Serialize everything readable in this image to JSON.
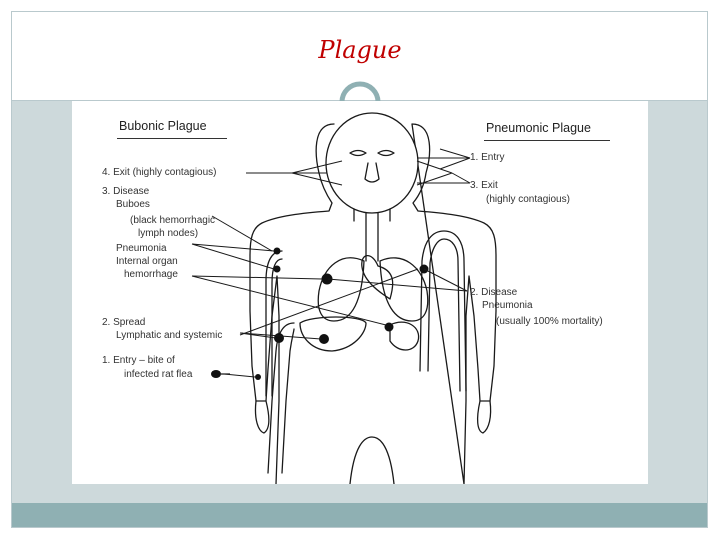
{
  "slide": {
    "title": "Plague"
  },
  "diagram": {
    "left_heading": "Bubonic Plague",
    "right_heading": "Pneumonic Plague",
    "left_labels": {
      "exit": "4. Exit (highly contagious)",
      "disease": "3. Disease",
      "buboes": "Buboes",
      "buboes_detail_1": "(black hemorrhagic",
      "buboes_detail_2": "lymph nodes)",
      "pneumonia": "Pneumonia",
      "internal_organ": "Internal organ",
      "hemorrhage": "hemorrhage",
      "spread": "2. Spread",
      "spread_detail": "Lymphatic and systemic",
      "entry": "1. Entry – bite of",
      "entry_detail": "infected rat flea"
    },
    "right_labels": {
      "entry": "1. Entry",
      "exit": "3. Exit",
      "exit_detail": "(highly contagious)",
      "disease": "2. Disease",
      "pneumonia": "Pneumonia",
      "mortality": "(usually 100% mortality)"
    }
  },
  "colors": {
    "title": "#c00000",
    "band": "#cdd9db",
    "footer_bar": "#8fb0b3",
    "frame": "#b9c9cd"
  }
}
